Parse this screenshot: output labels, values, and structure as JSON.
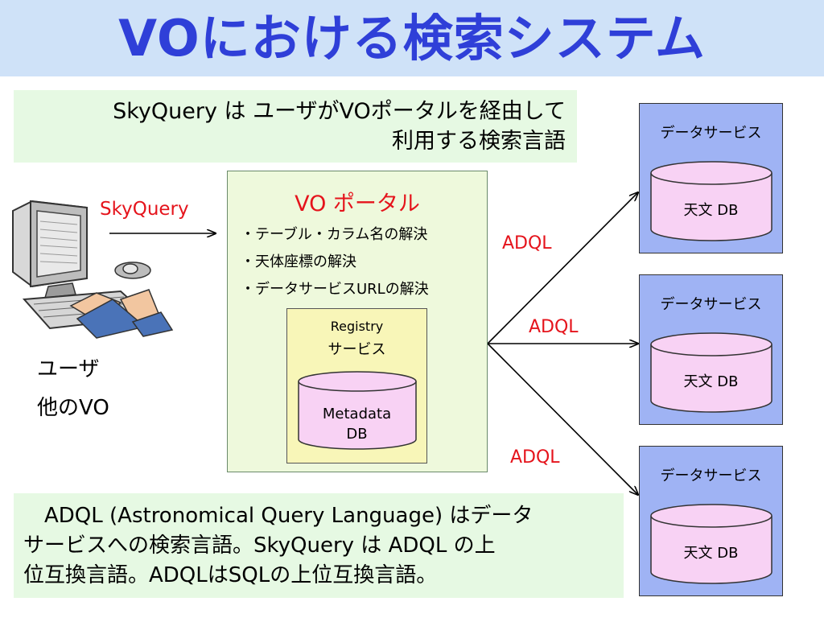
{
  "title": "VOにおける検索システム",
  "note_top": {
    "line1": "SkyQuery は ユーザがVOポータルを経由して",
    "line2": "利用する検索言語"
  },
  "user": {
    "line1": "ユーザ",
    "line2": "他のVO"
  },
  "arrow_label": "SkyQuery",
  "portal": {
    "title": "VO ポータル",
    "items": [
      "・テーブル・カラム名の解決",
      "・天体座標の解決",
      "・データサービスURLの解決"
    ],
    "registry": {
      "line1": "Registry",
      "line2": "サービス",
      "db_line1": "Metadata",
      "db_line2": "DB"
    }
  },
  "edge_labels": [
    "ADQL",
    "ADQL",
    "ADQL"
  ],
  "services": [
    {
      "label": "データサービス",
      "db": "天文 DB"
    },
    {
      "label": "データサービス",
      "db": "天文 DB"
    },
    {
      "label": "データサービス",
      "db": "天文 DB"
    }
  ],
  "note_bottom": {
    "line1": "　ADQL (Astronomical Query Language) はデータ",
    "line2": "サービスへの検索言語。SkyQuery は ADQL の上",
    "line3": "位互換言語。ADQLはSQLの上位互換言語。"
  },
  "colors": {
    "title": "#2f3fd8",
    "title_band": "#cfe2f8",
    "note_bg": "#e6f9e3",
    "portal_bg": "#eef9dc",
    "registry_bg": "#f8f6b8",
    "service_bg": "#9fb3f4",
    "cylinder": "#f8d2f4",
    "accent_red": "#e5141c"
  }
}
